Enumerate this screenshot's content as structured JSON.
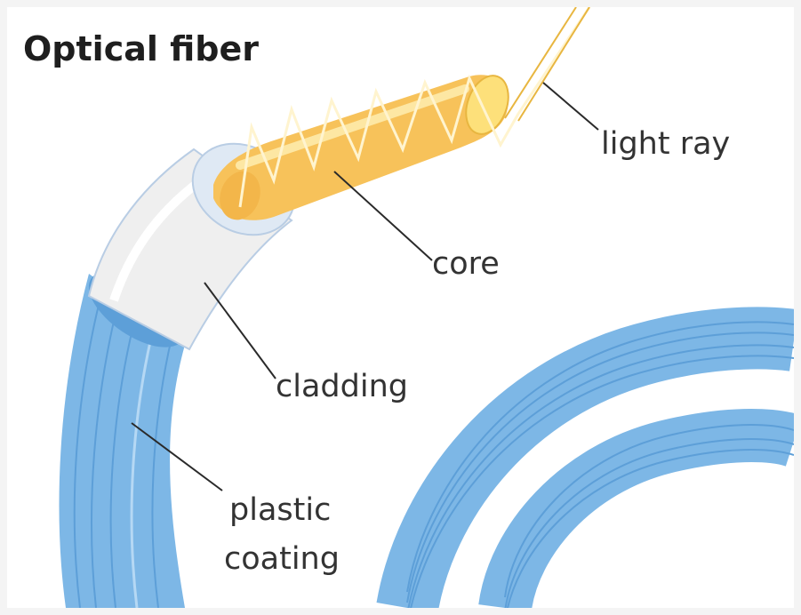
{
  "title": "Optical fiber",
  "labels": {
    "light_ray": "light ray",
    "core": "core",
    "cladding": "cladding",
    "plastic_line1": "plastic",
    "plastic_line2": "coating"
  },
  "colors": {
    "background": "#ffffff",
    "coating_fill": "#7db7e6",
    "coating_stripe": "#5d9fd8",
    "coating_light": "#b5d8f4",
    "cladding_fill": "#efefef",
    "cladding_end": "#dfe9f4",
    "core_fill": "#f7c25a",
    "core_light": "#fde7a3",
    "ray": "#e8b640",
    "leader": "#2a2a2a"
  }
}
